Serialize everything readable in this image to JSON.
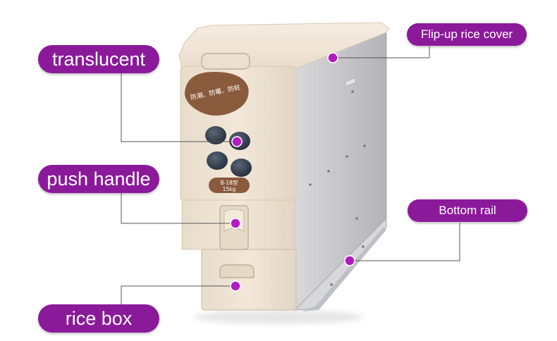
{
  "callouts": {
    "translucent": "translucent",
    "push_handle": "push handle",
    "rice_box": "rice box",
    "flip_up_cover": "Flip-up rice cover",
    "bottom_rail": "Bottom rail"
  },
  "product_label": {
    "oval_text": "防潮、防霉、防蛀",
    "model_line_1": "B-18型",
    "model_line_2": "15kg"
  },
  "colors": {
    "callout_fill": "#8b1a9b",
    "marker_dot": "#b11cc0",
    "body_cream": "#efe3d3",
    "side_panel": "#c9c9cd",
    "leader_line": "#555555"
  }
}
